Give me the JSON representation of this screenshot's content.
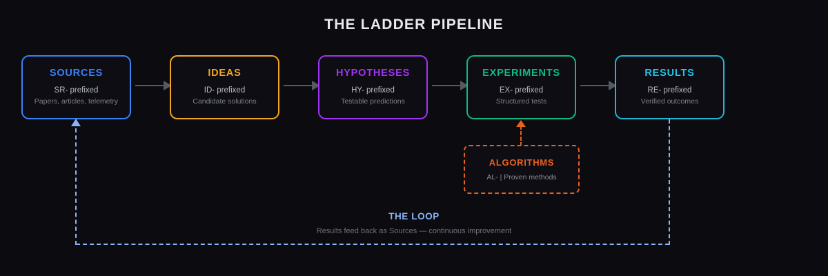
{
  "page_title": "THE LADDER PIPELINE",
  "background_color": "#0b0b10",
  "stages": [
    {
      "id": "sources",
      "title": "SOURCES",
      "prefix": "SR- prefixed",
      "desc": "Papers, articles, telemetry",
      "color": "#3b82f6"
    },
    {
      "id": "ideas",
      "title": "IDEAS",
      "prefix": "ID- prefixed",
      "desc": "Candidate solutions",
      "color": "#f5a524"
    },
    {
      "id": "hypotheses",
      "title": "HYPOTHESES",
      "prefix": "HY- prefixed",
      "desc": "Testable predictions",
      "color": "#a333f5"
    },
    {
      "id": "experiments",
      "title": "EXPERIMENTS",
      "prefix": "EX- prefixed",
      "desc": "Structured tests",
      "color": "#10b981"
    },
    {
      "id": "results",
      "title": "RESULTS",
      "prefix": "RE- prefixed",
      "desc": "Verified outcomes",
      "color": "#22c7e8"
    }
  ],
  "algorithms": {
    "title": "ALGORITHMS",
    "subtitle": "AL- | Proven methods",
    "color": "#e8621f"
  },
  "loop": {
    "title": "THE LOOP",
    "description": "Results feed back as Sources — continuous improvement",
    "color": "#8ab4f8"
  },
  "connectors": {
    "arrow_color": "#555a62",
    "icon": "arrow-right-icon"
  }
}
